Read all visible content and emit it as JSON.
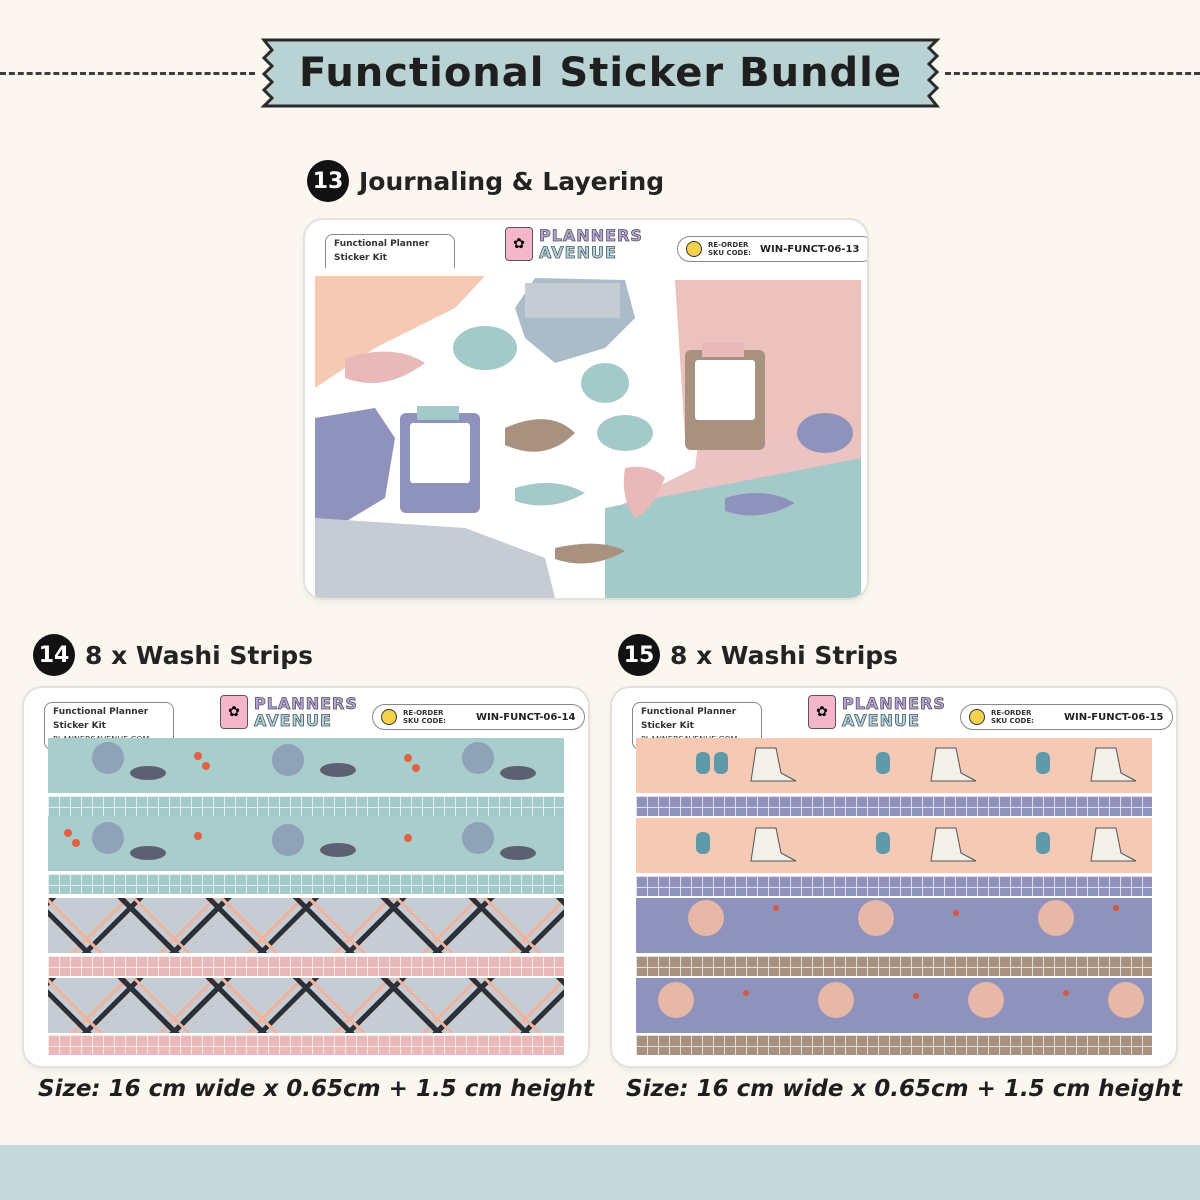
{
  "banner": {
    "title": "Functional Sticker Bundle"
  },
  "sections": [
    {
      "num": "13",
      "title": "Journaling & Layering",
      "sku": "WIN-FUNCT-06-13"
    },
    {
      "num": "14",
      "title": "8 x Washi Strips",
      "sku": "WIN-FUNCT-06-14",
      "size": "Size: 16 cm wide x 0.65cm + 1.5 cm height"
    },
    {
      "num": "15",
      "title": "8 x Washi Strips",
      "sku": "WIN-FUNCT-06-15",
      "size": "Size: 16 cm wide x 0.65cm + 1.5 cm height"
    }
  ],
  "sheet_header": {
    "kit_title": "Functional Planner Sticker Kit",
    "kit_url": "PLANNERSAVENUE.COM",
    "logo_line1": "PLANNERS",
    "logo_line2": "AVENUE",
    "reorder": "RE-ORDER",
    "sku_code": "SKU CODE:"
  },
  "colors": {
    "background": "#fbf6f0",
    "banner": "#b9d2d3",
    "footer": "#c5d9da",
    "teal": "#a3c9c9",
    "pink": "#e9b8b8",
    "lavender": "#8f92bd",
    "brown": "#a8927f",
    "peach": "#f6c9b4"
  }
}
